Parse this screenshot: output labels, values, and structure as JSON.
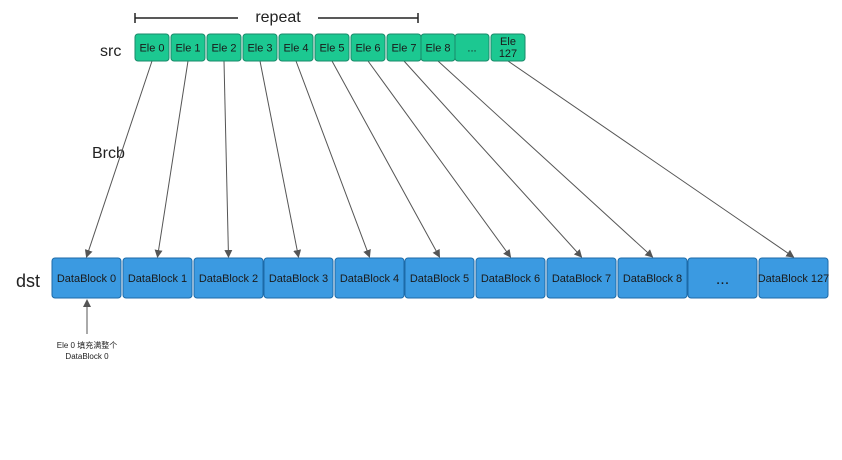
{
  "labels": {
    "repeat": "repeat",
    "src": "src",
    "brcb": "Brcb",
    "dst": "dst",
    "note_line1": "Ele 0 填充满整个",
    "note_line2": "DataBlock 0"
  },
  "src_elements": [
    "Ele 0",
    "Ele 1",
    "Ele 2",
    "Ele 3",
    "Ele 4",
    "Ele 5",
    "Ele 6",
    "Ele 7",
    "Ele 8",
    "...",
    "Ele 127"
  ],
  "dst_blocks": [
    "DataBlock 0",
    "DataBlock 1",
    "DataBlock 2",
    "DataBlock 3",
    "DataBlock 4",
    "DataBlock 5",
    "DataBlock 6",
    "DataBlock 7",
    "DataBlock 8",
    "...",
    "DataBlock 127"
  ],
  "connections": [
    [
      0,
      0
    ],
    [
      1,
      1
    ],
    [
      2,
      2
    ],
    [
      3,
      3
    ],
    [
      4,
      4
    ],
    [
      5,
      5
    ],
    [
      6,
      6
    ],
    [
      7,
      7
    ],
    [
      8,
      8
    ],
    [
      10,
      10
    ]
  ],
  "colors": {
    "src_fill": "#1cc891",
    "dst_fill": "#3b9ae1",
    "line": "#555555"
  }
}
